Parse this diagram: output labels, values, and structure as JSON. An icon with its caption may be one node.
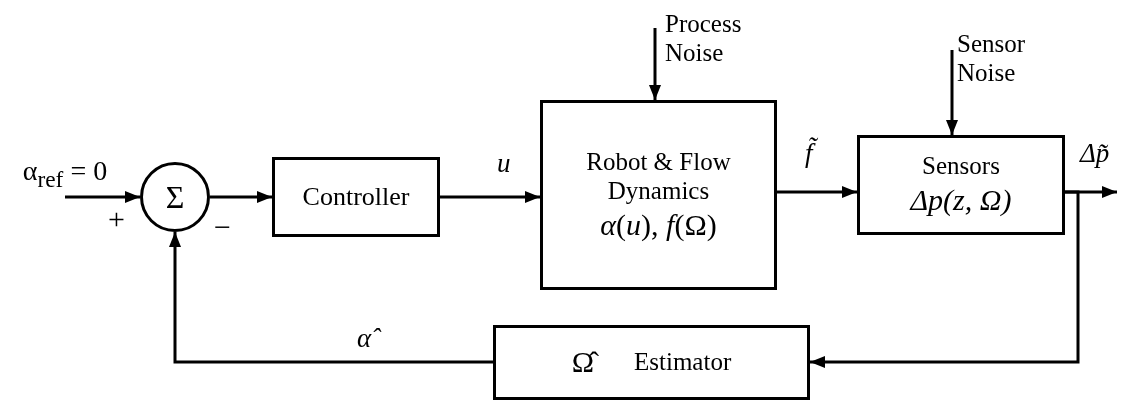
{
  "diagram": {
    "nodes": [
      {
        "text": [
          "α$_{ref}$ = 0"
        ]
      },
      {
        "text": [
          "Σ"
        ],
        "beside": [
          "+",
          "−"
        ]
      },
      {
        "text": [
          "Controller"
        ]
      },
      {
        "text": [
          "Robot & Flow Dynamics",
          "*α*(*u*), *f*(Ω)"
        ]
      },
      {
        "text": [
          "Process Noise"
        ]
      },
      {
        "text": [
          "Sensors",
          "Δp(z, Ω)"
        ]
      },
      {
        "text": [
          "Sensor Noise"
        ]
      },
      {
        "text": [
          "Ω̂",
          "Estimator"
        ]
      }
    ],
    "edges": [
      {
        "from": 0,
        "to": 1,
        "arrow": "to"
      },
      {
        "from": 1,
        "to": 2,
        "arrow": "to"
      },
      {
        "from": 2,
        "to": 3,
        "arrow": "to",
        "label": "u"
      },
      {
        "from": 4,
        "to": 3,
        "arrow": "to"
      },
      {
        "from": 3,
        "to": 5,
        "arrow": "to",
        "label": "f̃"
      },
      {
        "from": 6,
        "to": 5,
        "arrow": "to"
      },
      {
        "from": 5,
        "to": null,
        "arrow": "to",
        "label": "Δp̃"
      },
      {
        "from": 5,
        "to": 7,
        "arrow": "to"
      },
      {
        "from": 7,
        "to": 1,
        "arrow": "to",
        "label": "α̂"
      }
    ]
  }
}
